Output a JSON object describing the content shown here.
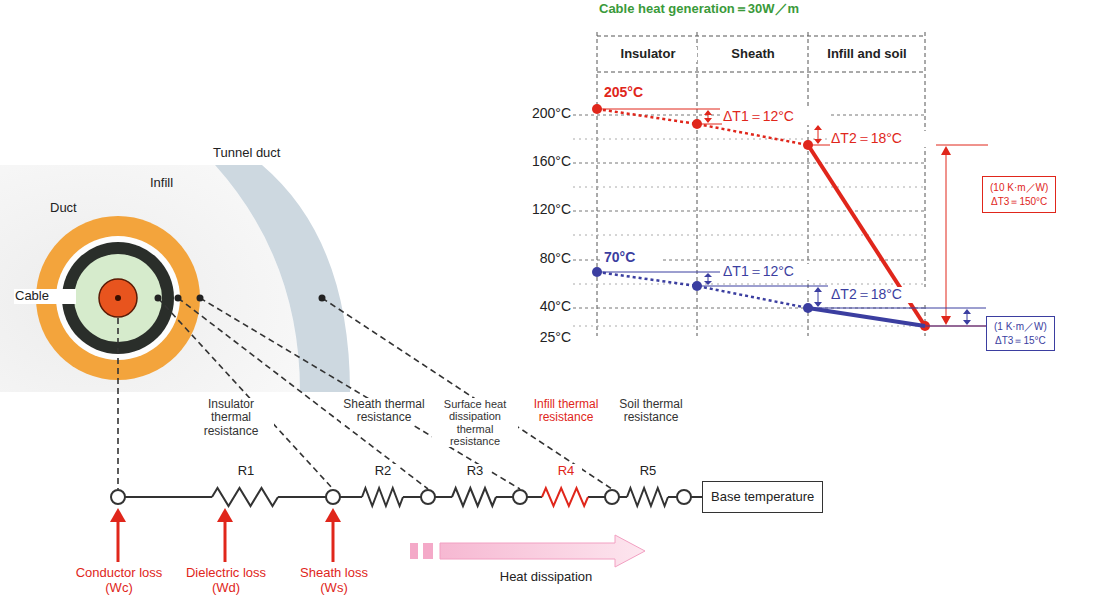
{
  "diagram": {
    "nodes": [
      {
        "text": [
          "Base temperature"
        ]
      },
      {
        "text": [
          "(10 K·m／W)",
          "ΔT3＝150°C"
        ]
      },
      {
        "text": [
          "(1 K·m／W)",
          "ΔT3＝15°C"
        ]
      }
    ],
    "labels": [
      "Cable heat generation＝30W／m",
      "Insulator",
      "Sheath",
      "Infill and soil",
      "200°C",
      "160°C",
      "120°C",
      "80°C",
      "40°C",
      "25°C",
      "205°C",
      "ΔT1＝12°C",
      "ΔT2＝18°C",
      "70°C",
      "ΔT1＝12°C",
      "ΔT2＝18°C",
      "Infill",
      "Tunnel duct",
      "Duct",
      "Cable",
      "Insulator thermal resistance",
      "Sheath thermal resistance",
      "Surface heat dissipation thermal resistance",
      "Infill thermal resistance",
      "Soil thermal resistance",
      "R1",
      "R2",
      "R3",
      "R4",
      "R5",
      "Conductor loss (Wc)",
      "Dielectric loss (Wd)",
      "Sheath loss (Ws)",
      "Heat dissipation"
    ]
  }
}
